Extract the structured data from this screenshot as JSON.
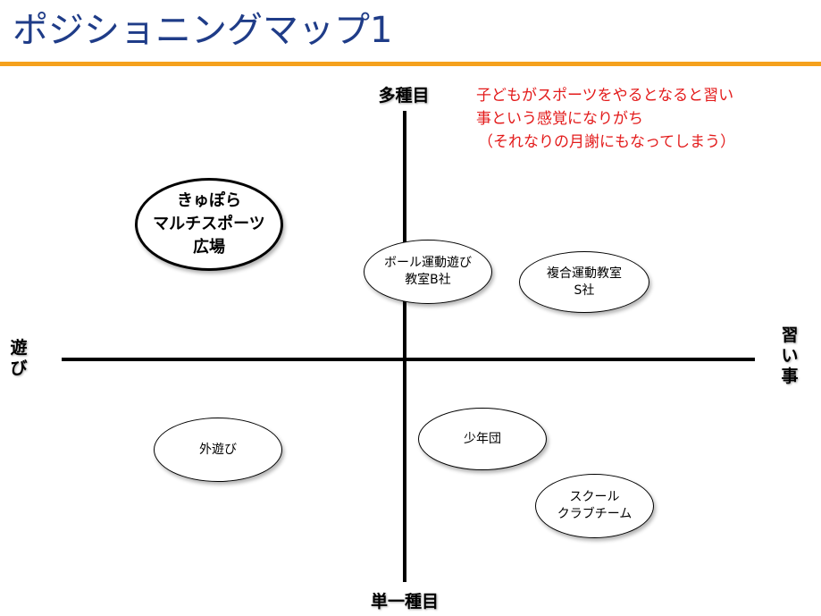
{
  "slide": {
    "title": "ポジショニングマップ1",
    "accent_color": "#f5a11c",
    "title_color": "#1f3c88"
  },
  "axes": {
    "top": "多種目",
    "bottom": "単一種目",
    "left": "遊び",
    "right": "習い事"
  },
  "note": {
    "line1": "子どもがスポーツをやるとなると習い",
    "line2": "事という感覚になりがち",
    "line3": "（それなりの月謝にもなってしまう）",
    "color": "#e31b1b"
  },
  "bubbles": {
    "kyupora": {
      "line1": "きゅぽら",
      "line2": "マルチスポーツ",
      "line3": "広場"
    },
    "ball_class": {
      "line1": "ボール運動遊び",
      "line2": "教室B社"
    },
    "fukugo_class": {
      "line1": "複合運動教室",
      "line2": "S社"
    },
    "soto_asobi": {
      "line1": "外遊び"
    },
    "shonendan": {
      "line1": "少年団"
    },
    "school_club": {
      "line1": "スクール",
      "line2": "クラブチーム"
    }
  }
}
